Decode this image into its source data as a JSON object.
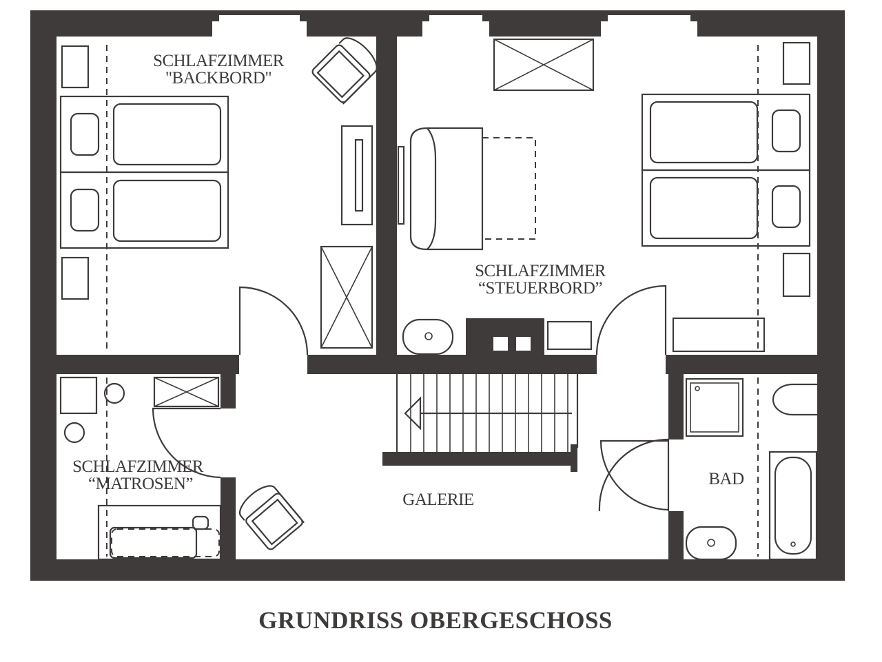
{
  "title": "GRUNDRISS OBERGESCHOSS",
  "rooms": {
    "backbord": {
      "line1": "SCHLAFZIMMER",
      "line2": "\"BACKBORD\""
    },
    "steuerbord": {
      "line1": "SCHLAFZIMMER",
      "line2": "“STEUERBORD”"
    },
    "matrosen": {
      "line1": "SCHLAFZIMMER",
      "line2": "“MATROSEN”"
    },
    "galerie": {
      "label": "GALERIE"
    },
    "bad": {
      "label": "BAD"
    }
  },
  "colors": {
    "wall": "#3f3b3b",
    "background": "#ffffff"
  }
}
